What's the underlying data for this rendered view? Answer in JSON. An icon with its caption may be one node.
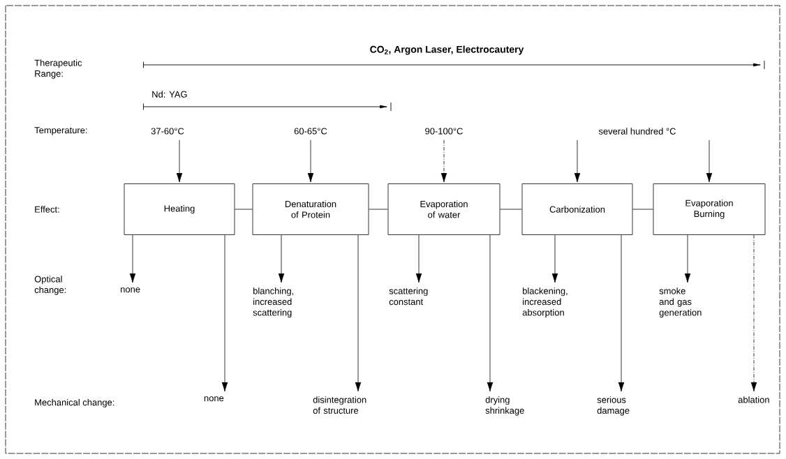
{
  "diagram": {
    "nodes": [
      {
        "text": [
          "37-60°C"
        ]
      },
      {
        "text": [
          "60-65°C"
        ]
      },
      {
        "text": [
          "90-100°C"
        ]
      },
      {
        "text": [
          "several hundred °C"
        ]
      },
      {
        "text": [
          "Heating"
        ]
      },
      {
        "text": [
          "Denaturation of Protein"
        ]
      },
      {
        "text": [
          "Evaporation of water"
        ]
      },
      {
        "text": [
          "Carbonization"
        ]
      },
      {
        "text": [
          "Evaporation Burning"
        ]
      },
      {
        "text": [
          "none"
        ]
      },
      {
        "text": [
          "blanching, increased scattering"
        ]
      },
      {
        "text": [
          "scattering constant"
        ]
      },
      {
        "text": [
          "blackening, increased absorption"
        ]
      },
      {
        "text": [
          "smoke and gas generation"
        ]
      },
      {
        "text": [
          "none"
        ]
      },
      {
        "text": [
          "disintegration of structure"
        ]
      },
      {
        "text": [
          "drying shrinkage"
        ]
      },
      {
        "text": [
          "serious damage"
        ]
      },
      {
        "text": [
          "ablation"
        ]
      }
    ],
    "edges": [
      {
        "from": 0,
        "to": 4,
        "arrow": "to"
      },
      {
        "from": 1,
        "to": 5,
        "arrow": "to"
      },
      {
        "from": 2,
        "to": 6,
        "arrow": "to",
        "style": "dashed"
      },
      {
        "from": 3,
        "to": 7,
        "arrow": "to"
      },
      {
        "from": 3,
        "to": 8,
        "arrow": "to"
      },
      {
        "from": 4,
        "to": 5,
        "arrow": "none"
      },
      {
        "from": 5,
        "to": 6,
        "arrow": "none"
      },
      {
        "from": 6,
        "to": 7,
        "arrow": "none"
      },
      {
        "from": 7,
        "to": 8,
        "arrow": "none"
      },
      {
        "from": 4,
        "to": 9,
        "arrow": "to"
      },
      {
        "from": 5,
        "to": 10,
        "arrow": "to"
      },
      {
        "from": 6,
        "to": 11,
        "arrow": "to"
      },
      {
        "from": 7,
        "to": 12,
        "arrow": "to"
      },
      {
        "from": 8,
        "to": 13,
        "arrow": "to"
      },
      {
        "from": 4,
        "to": 14,
        "arrow": "to"
      },
      {
        "from": 5,
        "to": 15,
        "arrow": "to"
      },
      {
        "from": 6,
        "to": 16,
        "arrow": "to"
      },
      {
        "from": 7,
        "to": 17,
        "arrow": "to"
      },
      {
        "from": 8,
        "to": 18,
        "arrow": "to",
        "style": "dashed"
      }
    ],
    "labels": [
      "Therapeutic Range:",
      "CO$_{2}$, Argon Laser, Electrocautery",
      "Nd: YAG",
      "Temperature:",
      "Effect:",
      "Optical change:",
      "Mechanical change:"
    ]
  }
}
